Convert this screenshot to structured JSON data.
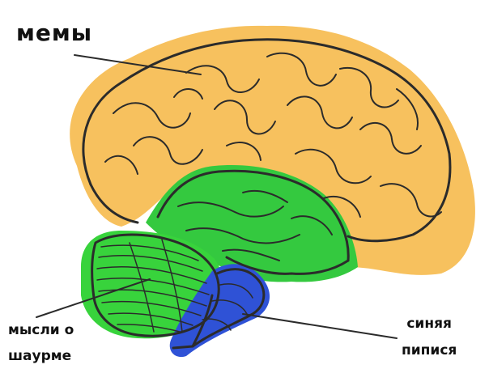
{
  "colors": {
    "cortex": "#f7c15e",
    "temporal": "#34c93f",
    "cerebellum": "#38d33c",
    "brainstem": "#2f52d6",
    "outline": "#2b2b2b"
  },
  "labels": {
    "memes": "мемы",
    "shawarma_line1": "мысли о",
    "shawarma_line2": "шаурме",
    "blue_line1": "синяя",
    "blue_line2": "пипися"
  }
}
